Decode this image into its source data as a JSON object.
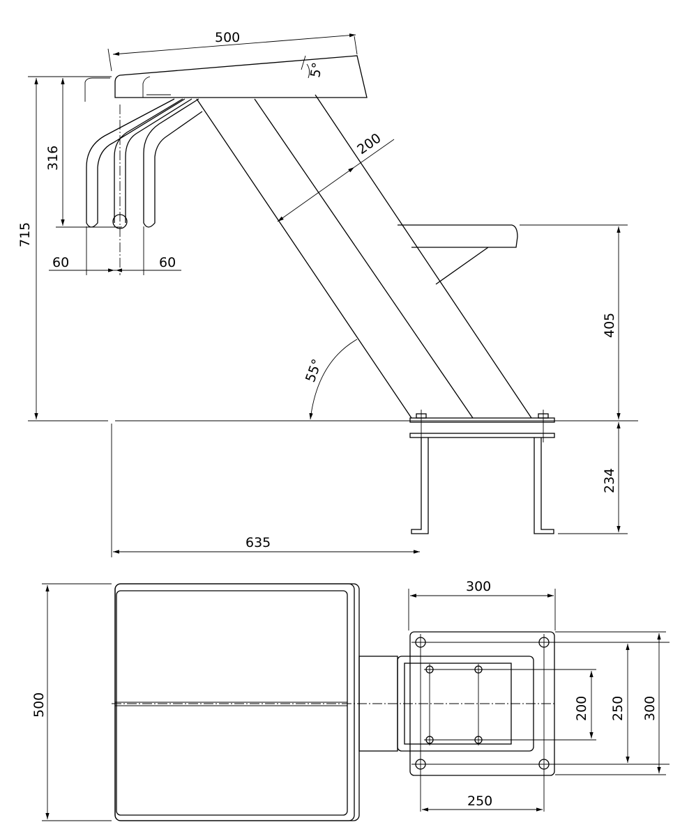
{
  "title": "Starting block technical drawing",
  "side_view": {
    "dimensions": {
      "platform_length": "500",
      "platform_tilt": "5°",
      "handle_height": "316",
      "total_height": "715",
      "handle_offset_left": "60",
      "handle_offset_right": "60",
      "leg_width": "200",
      "leg_angle": "55°",
      "step_height": "405",
      "anchor_depth": "234",
      "front_to_base": "635"
    }
  },
  "plan_view": {
    "dimensions": {
      "platform_width": "500",
      "plate_width_top": "300",
      "plate_hole_spacing": "250",
      "inner_hole_spacing": "200",
      "plate_hole_spacing_v": "250",
      "plate_width_v": "300"
    }
  }
}
